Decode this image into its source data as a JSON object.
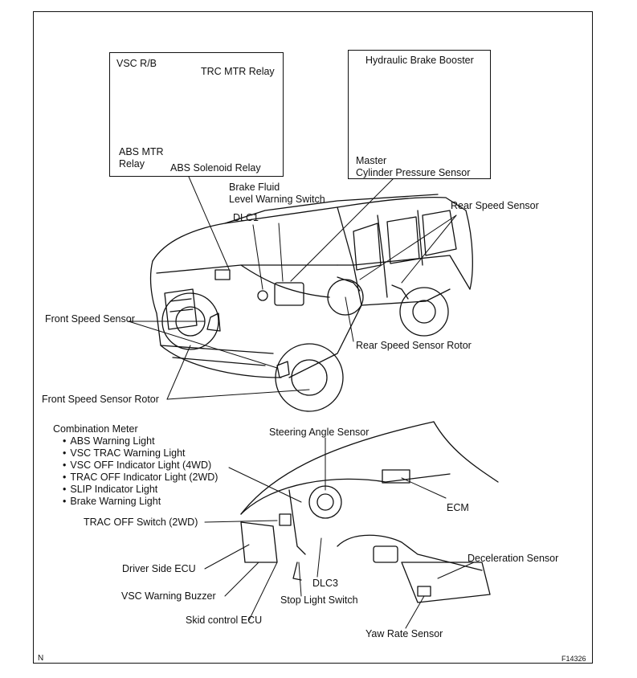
{
  "relay_box": {
    "title": "VSC R/B",
    "trc_mtr_relay": "TRC MTR Relay",
    "abs_mtr_relay_line1": "ABS MTR",
    "abs_mtr_relay_line2": "Relay",
    "abs_solenoid_relay": "ABS Solenoid Relay"
  },
  "booster_box": {
    "title": "Hydraulic Brake Booster",
    "master_line1": "Master",
    "master_line2": "Cylinder Pressure Sensor"
  },
  "vehicle": {
    "brake_fluid_line1": "Brake Fluid",
    "brake_fluid_line2": "Level Warning Switch",
    "dlc1": "DLC1",
    "rear_speed_sensor": "Rear Speed Sensor",
    "front_speed_sensor": "Front Speed Sensor",
    "rear_speed_sensor_rotor": "Rear Speed Sensor Rotor",
    "front_speed_sensor_rotor": "Front Speed Sensor Rotor"
  },
  "dashboard": {
    "combination_meter": "Combination Meter",
    "meter_items": [
      "ABS Warning Light",
      "VSC TRAC Warning Light",
      "VSC OFF Indicator Light (4WD)",
      "TRAC OFF Indicator Light (2WD)",
      "SLIP Indicator Light",
      "Brake Warning Light"
    ],
    "steering_angle_sensor": "Steering Angle Sensor",
    "trac_off_switch": "TRAC OFF Switch (2WD)",
    "ecm": "ECM",
    "driver_side_ecu": "Driver Side ECU",
    "deceleration_sensor": "Deceleration Sensor",
    "dlc3": "DLC3",
    "vsc_warning_buzzer": "VSC Warning Buzzer",
    "stop_light_switch": "Stop Light Switch",
    "skid_control_ecu": "Skid control ECU",
    "yaw_rate_sensor": "Yaw Rate Sensor"
  },
  "footer": {
    "left_mark": "N",
    "figure_code": "F14326"
  }
}
